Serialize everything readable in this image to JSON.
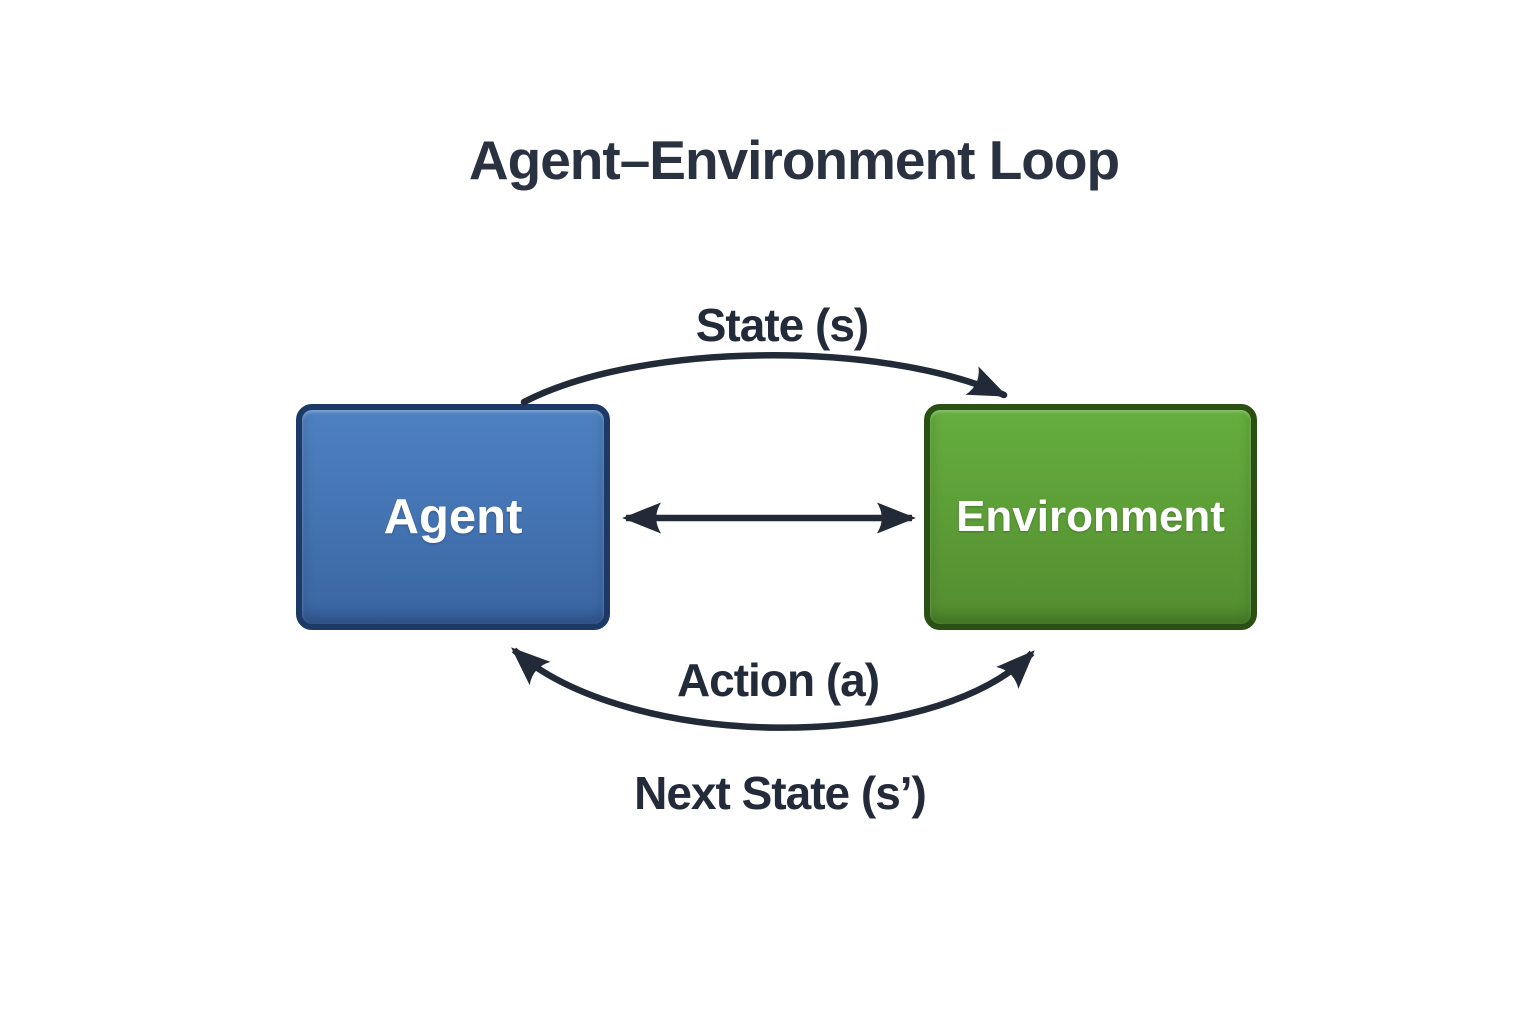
{
  "title": "Agent–Environment Loop",
  "nodes": {
    "agent": {
      "label": "Agent",
      "fill_top": "#4e81c2",
      "fill_bottom": "#3a66a2",
      "border_color": "#1d3a66",
      "text_color": "#ffffff"
    },
    "environment": {
      "label": "Environment",
      "fill_top": "#65ae3e",
      "fill_bottom": "#548d30",
      "border_color": "#2b5013",
      "text_color": "#ffffff"
    }
  },
  "edges": {
    "state": {
      "label": "State (s)",
      "from": "Agent",
      "to": "Environment",
      "shape": "arc-top",
      "direction": "one-way"
    },
    "exchange": {
      "from": "Agent",
      "to": "Environment",
      "shape": "straight-middle",
      "direction": "two-way"
    },
    "action": {
      "label": "Action (a)",
      "from": "Agent",
      "to": "Environment",
      "shape": "arc-bottom",
      "direction": "two-way"
    },
    "next_state": {
      "label": "Next State (s’)",
      "position": "below-bottom-arc"
    }
  },
  "colors": {
    "background": "#ffffff",
    "title_text": "#2a3140",
    "arrow": "#222937",
    "label_text": "#232a39"
  }
}
